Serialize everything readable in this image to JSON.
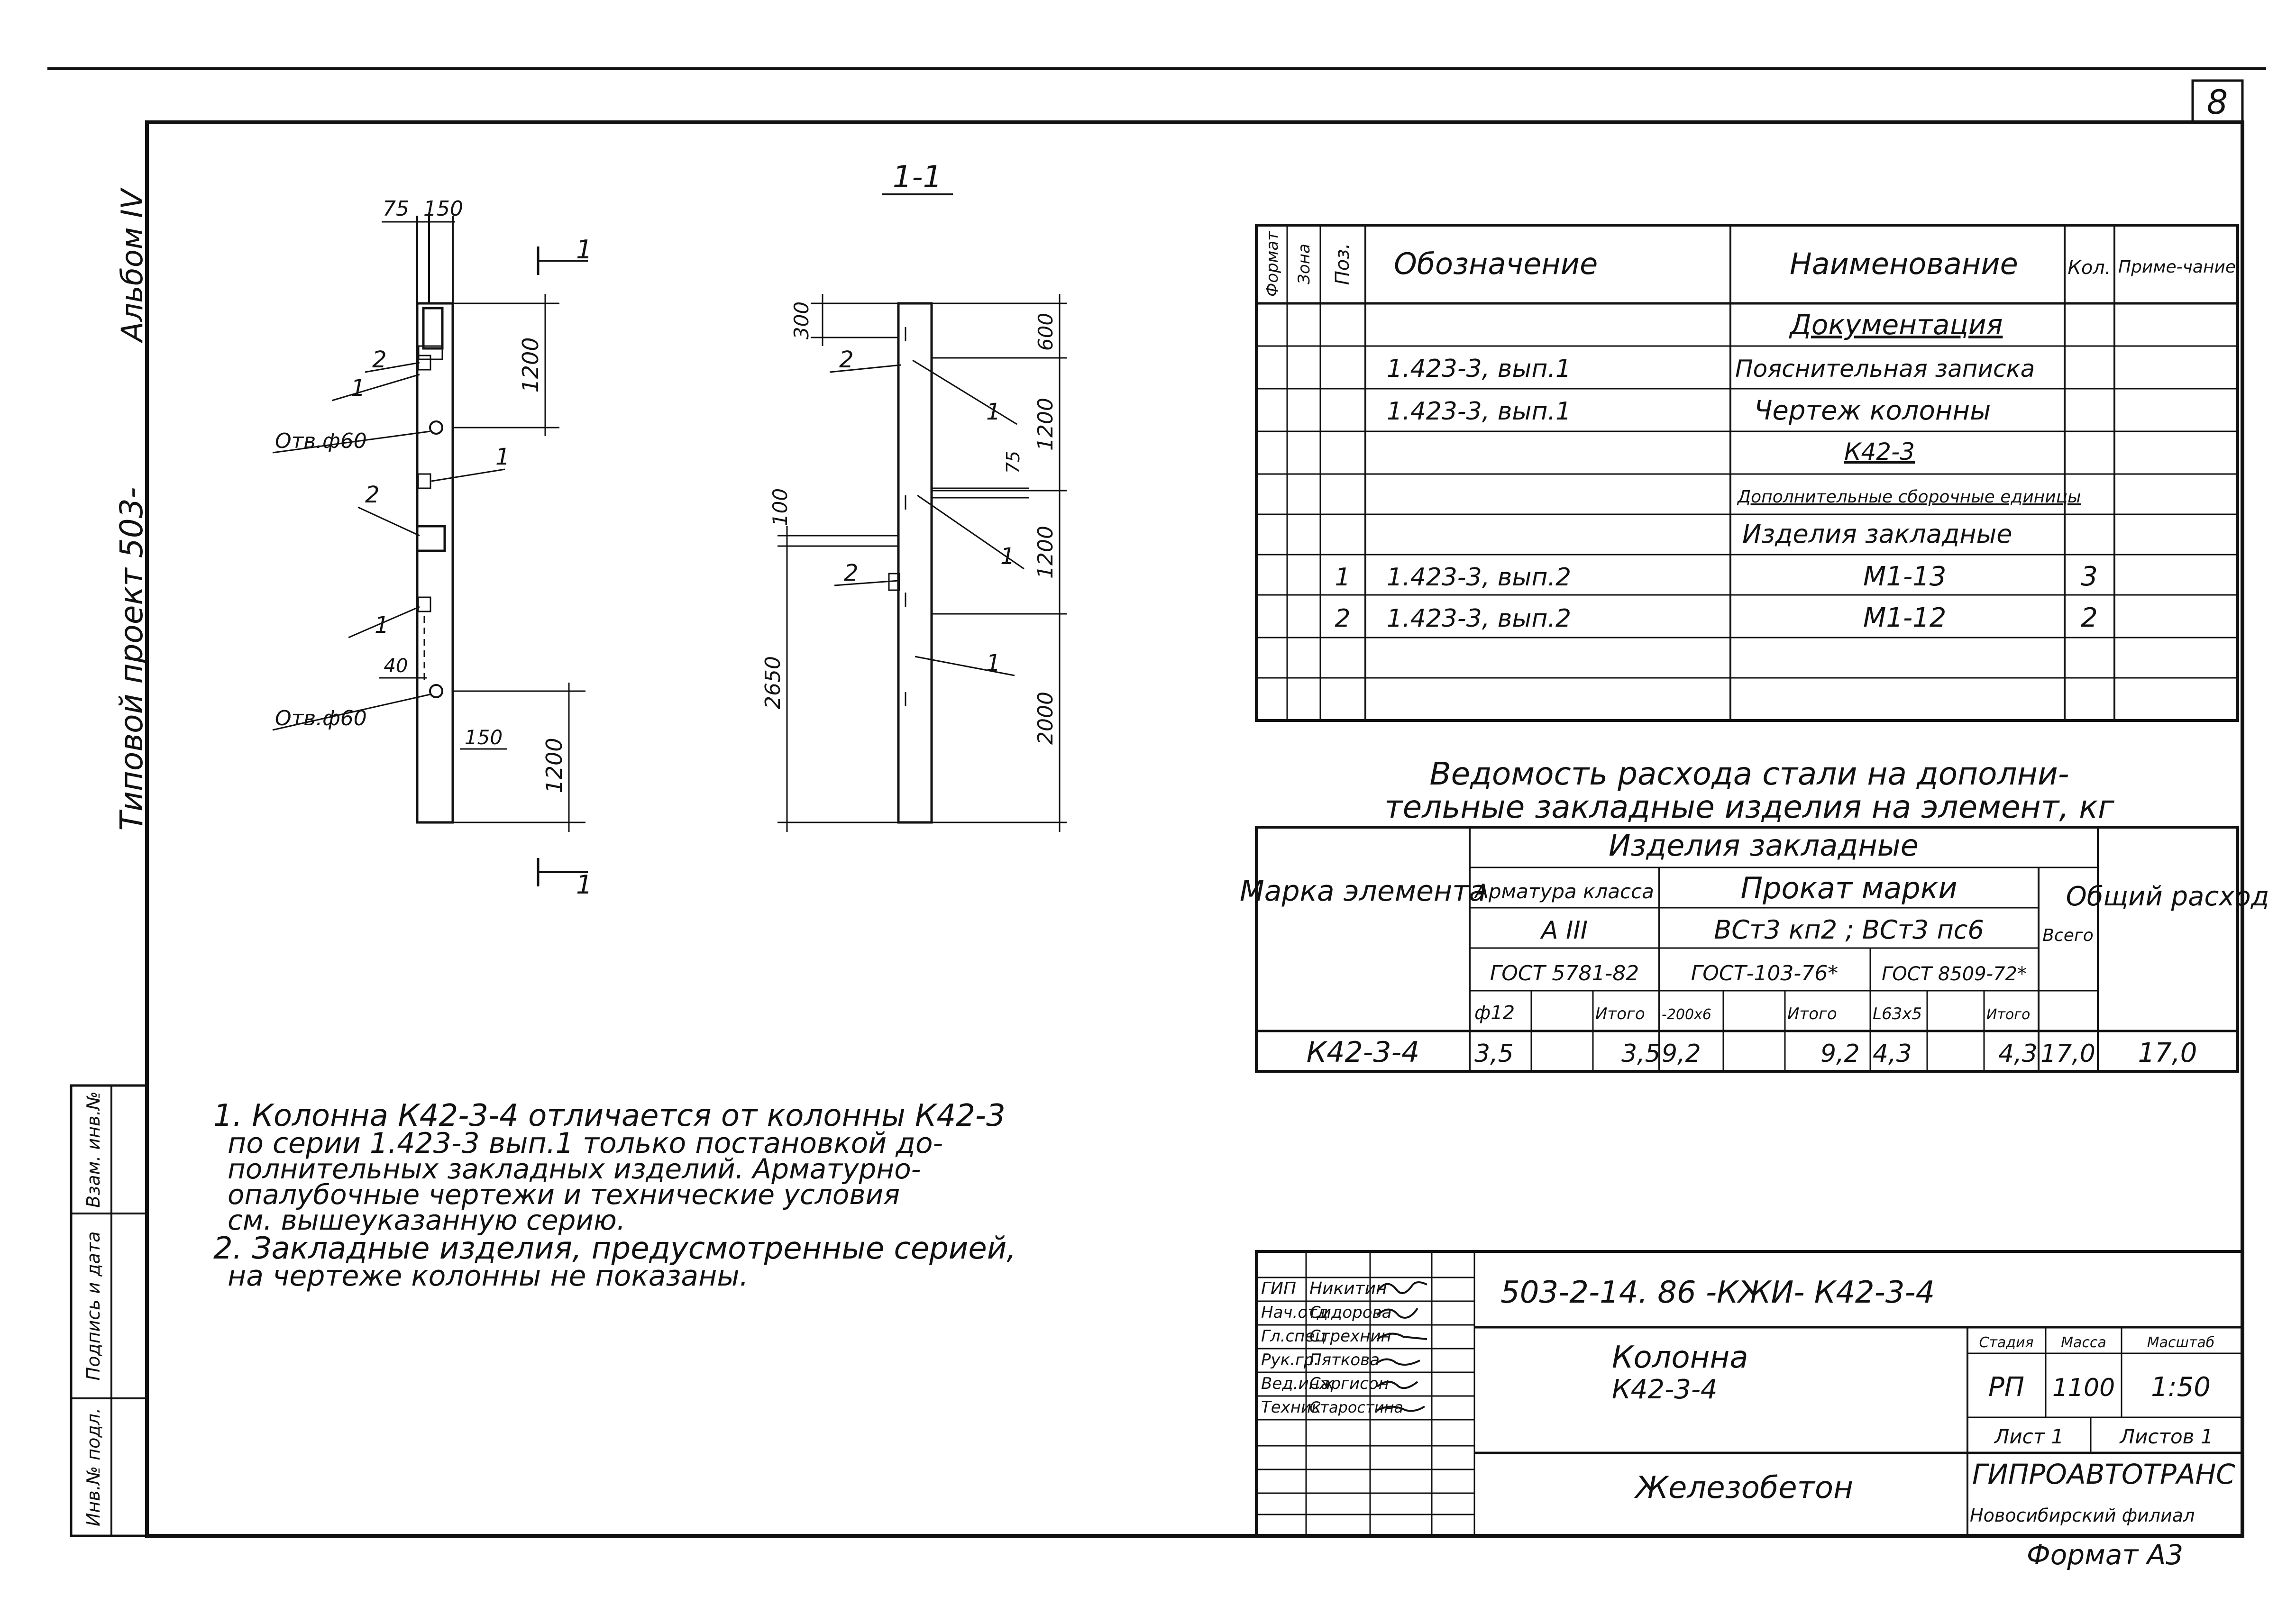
{
  "sheet_number": "8",
  "side_stamp": {
    "album": "Альбом IV",
    "project": "Типовой проект 503-",
    "fields": [
      "Взам. инв.№",
      "Подпись и дата",
      "Инв.№ подл."
    ]
  },
  "drawing": {
    "section_mark": "1-1",
    "cut_mark": "1",
    "front": {
      "dims": [
        "75",
        "150",
        "1200",
        "40",
        "150",
        "1200"
      ],
      "labels": [
        "2",
        "1",
        "Отв.ф60",
        "1",
        "2",
        "1",
        "Отв.ф60"
      ]
    },
    "section": {
      "dims": [
        "300",
        "600",
        "1200",
        "75",
        "100",
        "1200",
        "2650",
        "2000"
      ],
      "labels": [
        "2",
        "1",
        "1",
        "2",
        "1"
      ]
    }
  },
  "spec_table": {
    "headers": [
      "Формат",
      "Зона",
      "Поз.",
      "Обозначение",
      "Наименование",
      "Кол.",
      "Приме-чание"
    ],
    "rows": [
      {
        "fmt": "",
        "zone": "",
        "pos": "",
        "designation": "",
        "name": "Документация",
        "qty": "",
        "note": ""
      },
      {
        "fmt": "",
        "zone": "",
        "pos": "",
        "designation": "1.423-3, вып.1",
        "name": "Пояснительная записка",
        "qty": "",
        "note": ""
      },
      {
        "fmt": "",
        "zone": "",
        "pos": "",
        "designation": "1.423-3, вып.1",
        "name": "Чертеж колонны",
        "qty": "",
        "note": ""
      },
      {
        "fmt": "",
        "zone": "",
        "pos": "",
        "designation": "",
        "name": "К42-3",
        "qty": "",
        "note": ""
      },
      {
        "fmt": "",
        "zone": "",
        "pos": "",
        "designation": "",
        "name": "Дополнительные сборочные единицы",
        "qty": "",
        "note": ""
      },
      {
        "fmt": "",
        "zone": "",
        "pos": "",
        "designation": "",
        "name": "Изделия закладные",
        "qty": "",
        "note": ""
      },
      {
        "fmt": "",
        "zone": "",
        "pos": "1",
        "designation": "1.423-3, вып.2",
        "name": "М1-13",
        "qty": "3",
        "note": ""
      },
      {
        "fmt": "",
        "zone": "",
        "pos": "2",
        "designation": "1.423-3, вып.2",
        "name": "М1-12",
        "qty": "2",
        "note": ""
      },
      {
        "fmt": "",
        "zone": "",
        "pos": "",
        "designation": "",
        "name": "",
        "qty": "",
        "note": ""
      }
    ]
  },
  "steel_table": {
    "title_line1": "Ведомость расхода стали на дополни-",
    "title_line2": "тельные закладные изделия на элемент, кг",
    "mark_header": "Марка элемента",
    "embedded_header": "Изделия закладные",
    "rebar_header": "Арматура класса",
    "rebar_class": "А III",
    "rebar_gost": "ГОСТ 5781-82",
    "rolled_header": "Прокат марки",
    "rolled_grades": "ВСт3 кп2 ; ВСт3 пс6",
    "gost_a": "ГОСТ-103-76*",
    "gost_b": "ГОСТ 8509-72*",
    "total_col": "Всего",
    "overall_header": "Общий расход",
    "sub_headers": [
      "ф12",
      "",
      "Итого",
      "-200х6",
      "",
      "Итого",
      "L63х5",
      "",
      "Итого"
    ],
    "row": {
      "mark": "К42-3-4",
      "cells": [
        "3,5",
        "",
        "3,5",
        "9,2",
        "",
        "9,2",
        "4,3",
        "",
        "4,3"
      ],
      "total": "17,0",
      "overall": "17,0"
    }
  },
  "notes": [
    "1. Колонна К42-3-4 отличается от колонны К42-3",
    "по серии 1.423-3 вып.1 только постановкой до-",
    "полнительных закладных изделий. Арматурно-",
    "опалубочные чертежи и технические условия",
    "см. вышеуказанную серию.",
    "2. Закладные изделия, предусмотренные серией,",
    "на чертеже колонны не показаны."
  ],
  "title_block": {
    "staff": [
      {
        "role": "ГИП",
        "name": "Никитин"
      },
      {
        "role": "Нач.отд",
        "name": "Сидорова"
      },
      {
        "role": "Гл.спец",
        "name": "Стрехнин"
      },
      {
        "role": "Рук.гр.",
        "name": "Пяткова"
      },
      {
        "role": "Вед.инж",
        "name": "Саргисон"
      },
      {
        "role": "Техник",
        "name": "Старостина"
      }
    ],
    "code": "503-2-14. 86 -КЖИ- К42-3-4",
    "title_line1": "Колонна",
    "title_line2": "К42-3-4",
    "material": "Железобетон",
    "stage_label": "Стадия",
    "mass_label": "Масса",
    "scale_label": "Масштаб",
    "stage": "РП",
    "mass": "1100",
    "scale": "1:50",
    "sheet_label": "Лист 1",
    "sheets_label": "Листов 1",
    "org_line1": "ГИПРОАВТОТРАНС",
    "org_line2": "Новосибирский филиал",
    "format": "Формат А3"
  }
}
